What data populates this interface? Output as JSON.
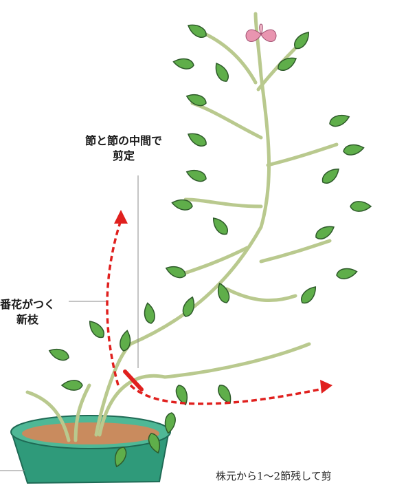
{
  "annotations": {
    "prune_point": [
      "節と節の中間で",
      "剪定"
    ],
    "new_branch": [
      "番花がつく",
      "新枝"
    ]
  },
  "caption": "株元から1〜2節残して剪",
  "colors": {
    "leaf": "#5fae4a",
    "leaf_outline": "#2e5a2a",
    "stem": "#c9d6a2",
    "pot": "#2f9a7a",
    "soil": "#c98b5e",
    "flower": "#e995b0",
    "arrow": "#e0201e",
    "cut_mark": "#e0201e",
    "leader_line": "#888888"
  },
  "icons": [
    "potted-plant-illustration",
    "flower-icon",
    "dashed-arrow",
    "cut-mark"
  ]
}
